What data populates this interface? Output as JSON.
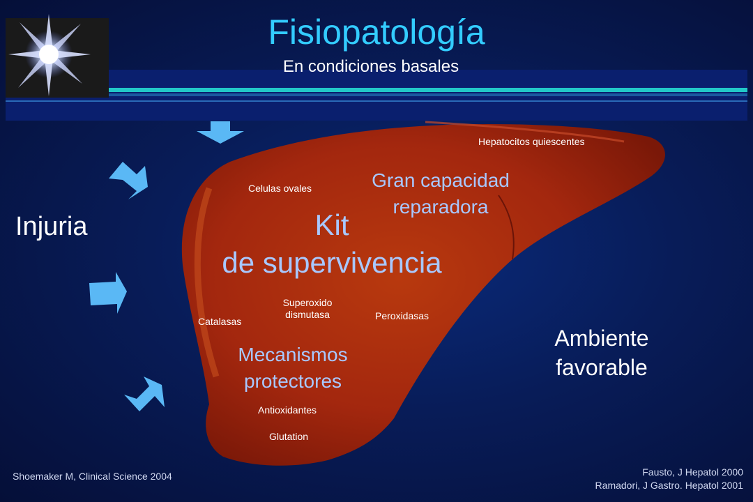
{
  "slide": {
    "title": "Fisiopatología",
    "subtitle": "En condiciones basales"
  },
  "diagram": {
    "left_label": "Injuria",
    "right_label_line1": "Ambiente",
    "right_label_line2": "favorable",
    "center_line1": "Kit",
    "center_line2": "de supervivencia",
    "repair_line1": "Gran capacidad",
    "repair_line2": "reparadora",
    "protect_line1": "Mecanismos",
    "protect_line2": "protectores",
    "items": {
      "hepatocitos": "Hepatocitos quiescentes",
      "celulas": "Celulas ovales",
      "superoxido_1": "Superoxido",
      "superoxido_2": "dismutasa",
      "peroxidasas": "Peroxidasas",
      "catalasas": "Catalasas",
      "antioxidantes": "Antioxidantes",
      "glutation": "Glutation"
    }
  },
  "citations": {
    "left": "Shoemaker M, Clinical Science 2004",
    "right_1": "Fausto, J Hepatol 2000",
    "right_2": "Ramadori, J Gastro. Hepatol 2001"
  },
  "colors": {
    "title": "#33ccff",
    "liver": "#a3270e",
    "arrow": "#5ab8f5",
    "band_line": "#22c8c8"
  }
}
